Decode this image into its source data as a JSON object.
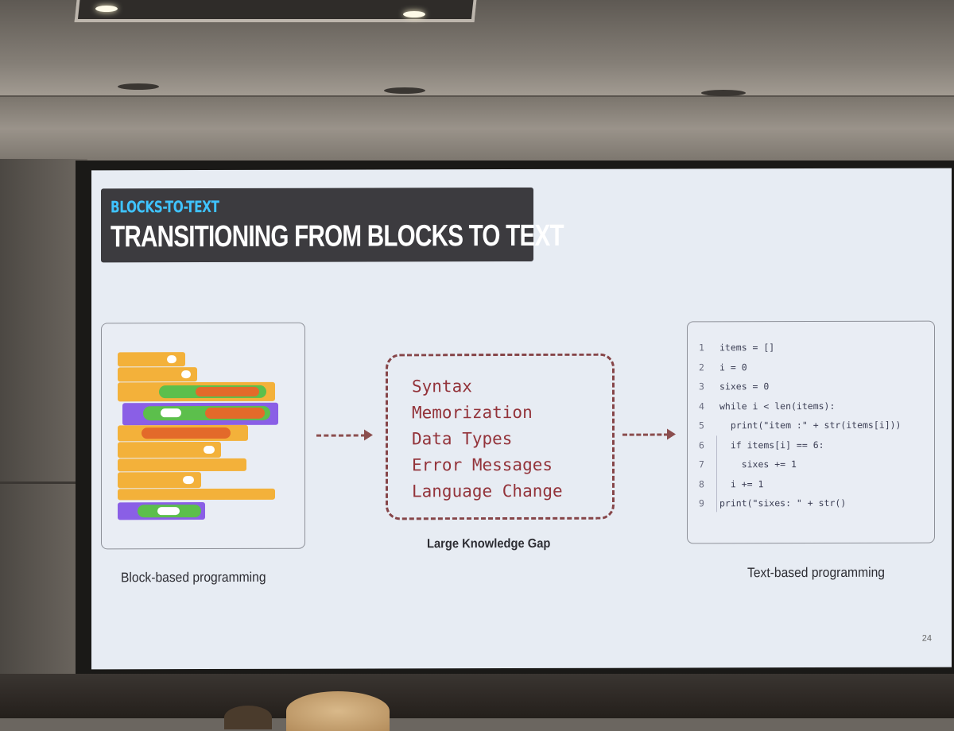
{
  "slide": {
    "kicker": "BLOCKS-TO-TEXT",
    "title": "TRANSITIONING FROM BLOCKS TO TEXT",
    "left_caption": "Block-based programming",
    "center_caption": "Large Knowledge Gap",
    "right_caption": "Text-based programming",
    "gap_items": [
      "Syntax",
      "Memorization",
      "Data Types",
      "Error Messages",
      "Language Change"
    ],
    "code": [
      {
        "num": "1",
        "text": "items = []"
      },
      {
        "num": "2",
        "text": "i = 0"
      },
      {
        "num": "3",
        "text": "sixes = 0"
      },
      {
        "num": "4",
        "text": "while i < len(items):"
      },
      {
        "num": "5",
        "text": "  print(\"item :\" + str(items[i]))"
      },
      {
        "num": "6",
        "text": "  if items[i] == 6:"
      },
      {
        "num": "7",
        "text": "    sixes += 1"
      },
      {
        "num": "8",
        "text": "  i += 1"
      },
      {
        "num": "9",
        "text": "print(\"sixes: \" + str()"
      }
    ],
    "page_number": "24"
  },
  "colors": {
    "slide_bg": "#e7ecf3",
    "title_bg": "#3c3b3f",
    "kicker": "#3fc3ff",
    "gap_text": "#93333a",
    "arrow": "#8b4e4e"
  }
}
